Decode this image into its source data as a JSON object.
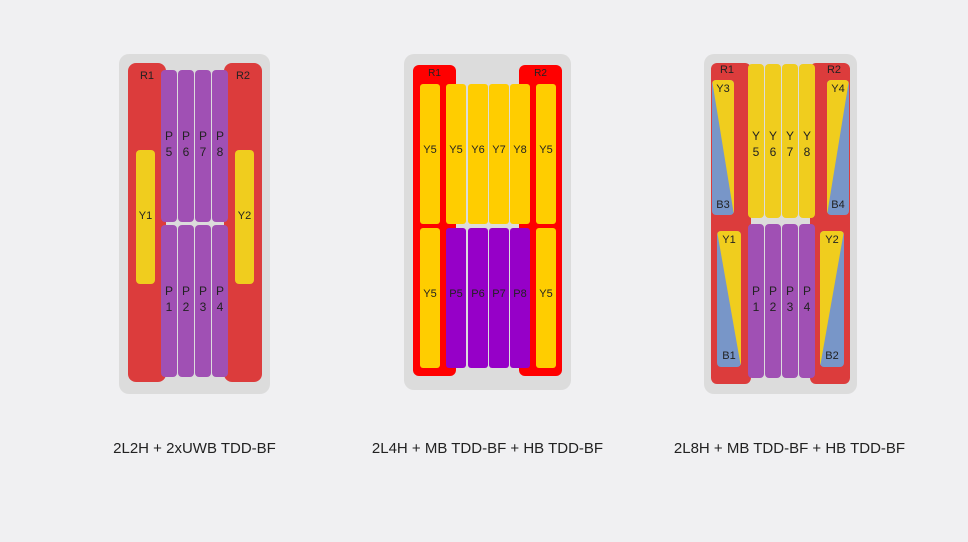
{
  "colors": {
    "panel": "#dcdcdc",
    "red": "#dc3c3c",
    "bright_red": "#ff0000",
    "purple": "#a050b4",
    "violet": "#9600c8",
    "yellow": "#f0cd1e",
    "gold": "#ffcd00",
    "blue": "#7896c8"
  },
  "config1": {
    "caption": "2L2H + 2xUWB TDD-BF",
    "r1": "R1",
    "r2": "R2",
    "y1": "Y1",
    "y2": "Y2",
    "top_p": [
      "P\n5",
      "P\n6",
      "P\n7",
      "P\n8"
    ],
    "bottom_p": [
      "P\n1",
      "P\n2",
      "P\n3",
      "P\n4"
    ]
  },
  "config2": {
    "caption": "2L4H + MB TDD-BF + HB TDD-BF",
    "r1": "R1",
    "r2": "R2",
    "left_top": "Y5",
    "left_bottom": "Y5",
    "right_top": "Y5",
    "right_bottom": "Y5",
    "top_y": [
      "Y5",
      "Y6",
      "Y7",
      "Y8"
    ],
    "bottom_p": [
      "P5",
      "P6",
      "P7",
      "P8"
    ]
  },
  "config3": {
    "caption": "2L8H + MB TDD-BF + HB TDD-BF",
    "r1": "R1",
    "r2": "R2",
    "left_top_y": "Y3",
    "left_top_b": "B3",
    "left_bottom_y": "Y1",
    "left_bottom_b": "B1",
    "right_top_y": "Y4",
    "right_top_b": "B4",
    "right_bottom_y": "Y2",
    "right_bottom_b": "B2",
    "top_y": [
      "Y\n5",
      "Y\n6",
      "Y\n7",
      "Y\n8"
    ],
    "bottom_p": [
      "P\n1",
      "P\n2",
      "P\n3",
      "P\n4"
    ]
  }
}
